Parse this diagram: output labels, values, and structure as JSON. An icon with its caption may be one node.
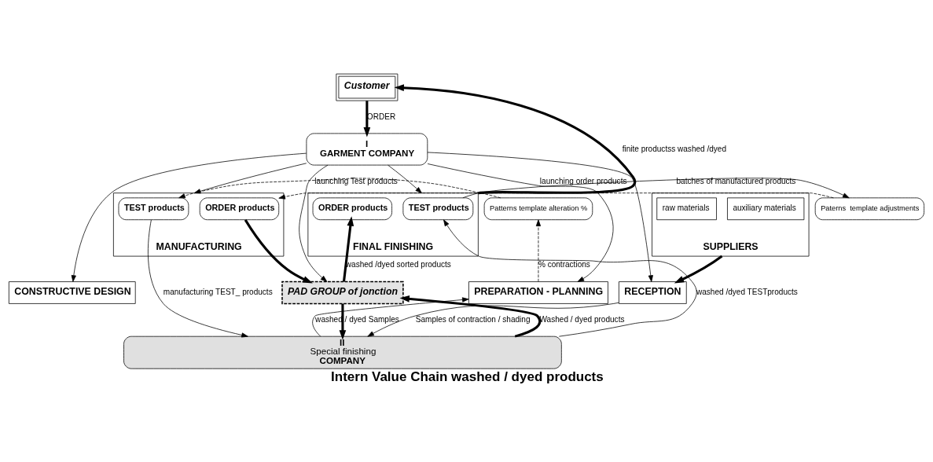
{
  "diagram": {
    "caption": "Intern Value Chain washed / dyed products",
    "nodes": [
      {
        "text": [
          "Customer"
        ]
      },
      {
        "text": [
          "I",
          "GARMENT COMPANY"
        ]
      },
      {
        "text": [
          "SUPPLIERS"
        ]
      },
      {
        "text": [
          "auxiliary materials"
        ],
        "in": 2
      },
      {
        "text": [
          "raw materials"
        ],
        "in": 2
      },
      {
        "text": [
          "RECEPTION"
        ]
      },
      {
        "text": [
          "PREPARATION - PLANNING"
        ]
      },
      {
        "text": [
          "CONSTRUCTIVE DESIGN"
        ]
      },
      {
        "text": [
          "Patterns template alteration %"
        ]
      },
      {
        "text": [
          "Paterns  template adjustments"
        ]
      },
      {
        "text": [
          "MANUFACTURING"
        ]
      },
      {
        "text": [
          "TEST products"
        ],
        "in": 10
      },
      {
        "text": [
          "ORDER products"
        ],
        "in": 10
      },
      {
        "text": [
          "PAD GROUP of jonction"
        ]
      },
      {
        "text": [
          "FINAL FINISHING"
        ]
      },
      {
        "text": [
          "TEST products"
        ],
        "in": 14
      },
      {
        "text": [
          "ORDER products"
        ],
        "in": 14
      },
      {
        "text": [
          "II",
          "Special finishing",
          "COMPANY"
        ]
      }
    ],
    "edges": [
      {
        "from": 0,
        "to": 1,
        "arrow": "to",
        "label": "ORDER",
        "style": "thick"
      },
      {
        "from": 1,
        "to": 5,
        "arrow": "to"
      },
      {
        "from": 1,
        "to": 6,
        "arrow": "to"
      },
      {
        "from": 1,
        "to": 7,
        "arrow": "to"
      },
      {
        "from": 1,
        "to": 10,
        "arrow": "to"
      },
      {
        "from": 1,
        "to": 13,
        "arrow": "to"
      },
      {
        "from": 1,
        "to": 14,
        "arrow": "to"
      },
      {
        "from": 2,
        "to": 5,
        "arrow": "to",
        "style": "thick"
      },
      {
        "from": 5,
        "to": 17,
        "arrow": "to",
        "label": "Samples of contraction / shading"
      },
      {
        "from": 17,
        "to": 6,
        "arrow": "to",
        "label": "washed / dyed Samples"
      },
      {
        "from": 6,
        "to": 8,
        "arrow": "to",
        "label": "% contractions",
        "style": "dashed"
      },
      {
        "from": 8,
        "to": 11,
        "arrow": "to",
        "label": "launching Test products",
        "style": "dashed"
      },
      {
        "from": 9,
        "to": 12,
        "arrow": "to",
        "label": "launching order products",
        "style": "dashed"
      },
      {
        "from": 11,
        "to": 17,
        "arrow": "to",
        "label": "manufacturing TEST_ products"
      },
      {
        "from": 12,
        "to": 13,
        "arrow": "to",
        "style": "thick"
      },
      {
        "from": 13,
        "to": 17,
        "arrow": "to",
        "style": "thick"
      },
      {
        "from": 17,
        "to": 13,
        "arrow": "to",
        "label": "Washed / dyed products",
        "style": "thick"
      },
      {
        "from": 13,
        "to": 16,
        "arrow": "to",
        "label": "washed /dyed sorted products",
        "style": "thick"
      },
      {
        "from": 15,
        "to": 9,
        "arrow": "to",
        "label": "batches of manufactured products"
      },
      {
        "from": 17,
        "to": 15,
        "arrow": "to",
        "label": "washed /dyed TESTproducts"
      },
      {
        "from": 14,
        "to": 0,
        "arrow": "to",
        "label": "finite productss washed /dyed",
        "style": "thick"
      }
    ]
  }
}
